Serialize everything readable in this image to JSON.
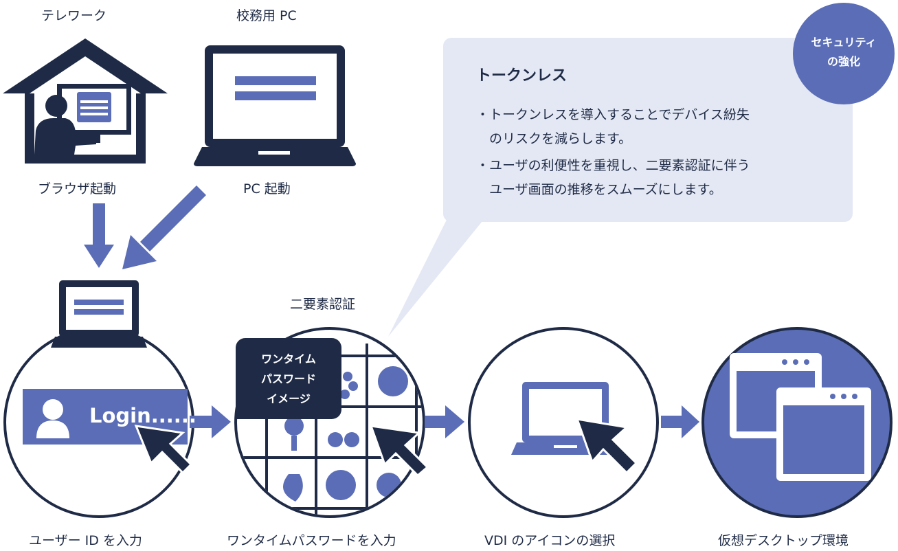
{
  "labels": {
    "telework": "テレワーク",
    "school_pc": "校務用 PC",
    "browser_start": "ブラウザ起動",
    "pc_start": "PC 起動",
    "two_factor": "二要素認証",
    "step1": "ユーザー ID を入力",
    "step2": "ワンタイムパスワードを入力",
    "step3": "VDI のアイコンの選択",
    "step4": "仮想デスクトップ環境"
  },
  "bubble": {
    "title": "トークンレス",
    "bullet1_line1": "・トークンレスを導入することでデバイス紛失",
    "bullet1_line2": "のリスクを減らします。",
    "bullet2_line1": "・ユーザの利便性を重視し、二要素認証に伴う",
    "bullet2_line2": "ユーザ画面の推移をスムーズにします。"
  },
  "badge": {
    "line1": "セキュリティ",
    "line2": "の強化"
  },
  "login_text": "Login......",
  "otp_tag": {
    "line1": "ワンタイム",
    "line2": "パスワード",
    "line3": "イメージ"
  },
  "colors": {
    "navy": "#1f2b46",
    "accent": "#5a6db6",
    "bubble_bg": "#e4e8f4"
  },
  "icons": [
    "house-icon",
    "person-icon",
    "monitor-icon",
    "laptop-icon",
    "cursor-icon",
    "user-icon",
    "fruit-grid-icon",
    "windows-icon",
    "arrow-icon"
  ]
}
